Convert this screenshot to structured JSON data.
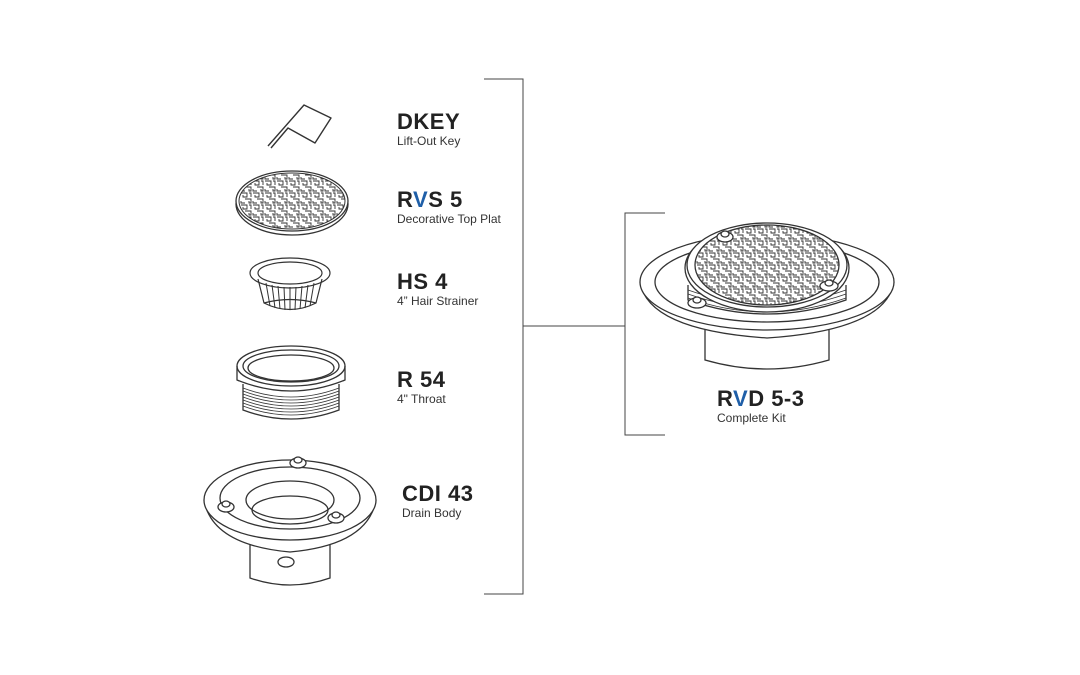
{
  "accent_color": "#1f5fa8",
  "parts": [
    {
      "id": "dkey",
      "code_parts": [
        "DKEY"
      ],
      "description": "Lift-Out Key",
      "icon": "key-icon"
    },
    {
      "id": "rvs5",
      "code_parts": [
        "R",
        "V",
        "S 5"
      ],
      "description": "Decorative Top Plat",
      "icon": "decorative-plate-icon"
    },
    {
      "id": "hs4",
      "code_parts": [
        "HS 4"
      ],
      "description": "4” Hair Strainer",
      "icon": "hair-strainer-icon"
    },
    {
      "id": "r54",
      "code_parts": [
        "R 54"
      ],
      "description": "4\" Throat",
      "icon": "throat-icon"
    },
    {
      "id": "cdi43",
      "code_parts": [
        "CDI 43"
      ],
      "description": "Drain Body",
      "icon": "drain-body-icon"
    }
  ],
  "kit": {
    "code_parts": [
      "R",
      "V",
      "D 5-3"
    ],
    "description": "Complete Kit",
    "icon": "complete-drain-kit-icon"
  }
}
